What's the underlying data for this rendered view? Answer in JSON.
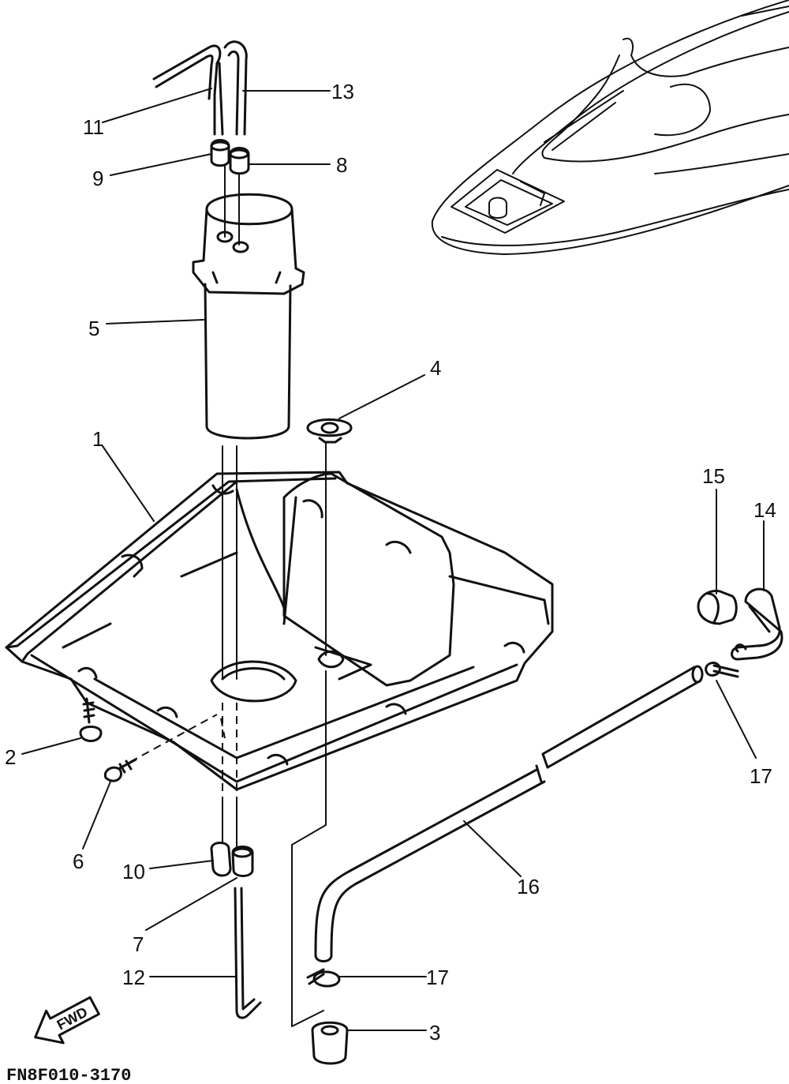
{
  "diagram": {
    "callouts": [
      "1",
      "2",
      "3",
      "4",
      "5",
      "6",
      "7",
      "8",
      "9",
      "10",
      "11",
      "12",
      "13",
      "14",
      "15",
      "16",
      "17",
      "17"
    ],
    "direction_label": "FWD",
    "figure_code": "FN8F010-3170"
  }
}
